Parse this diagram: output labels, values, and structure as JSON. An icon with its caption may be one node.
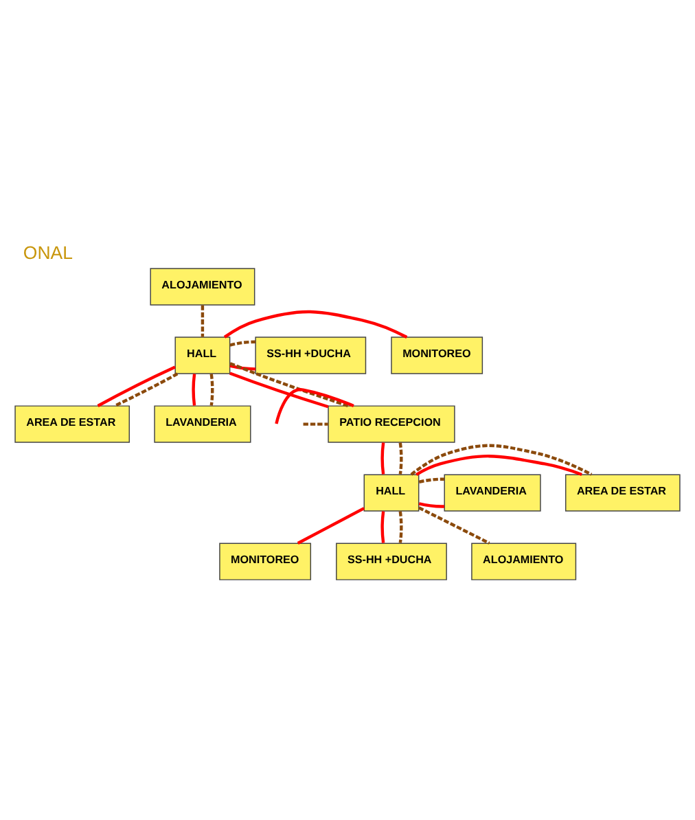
{
  "diagram": {
    "title": "ONAL",
    "nodes": [
      {
        "text": [
          "ALOJAMIENTO"
        ]
      },
      {
        "text": [
          "MONITOREO"
        ]
      },
      {
        "text": [
          "HALL"
        ]
      },
      {
        "text": [
          "SS-HH +DUCHA"
        ]
      },
      {
        "text": [
          "AREA DE ESTAR"
        ]
      },
      {
        "text": [
          "LAVANDERIA"
        ]
      },
      {
        "text": [
          "PATIO RECEPCION"
        ]
      },
      {
        "text": [
          "AREA DE ESTAR"
        ]
      },
      {
        "text": [
          "HALL"
        ]
      },
      {
        "text": [
          "LAVANDERIA"
        ]
      },
      {
        "text": [
          "MONITOREO"
        ]
      },
      {
        "text": [
          "SS-HH +DUCHA"
        ]
      },
      {
        "text": [
          "ALOJAMIENTO"
        ]
      }
    ],
    "edges": [
      {
        "from": 0,
        "to": 2,
        "arrow": "none",
        "style": "dashed",
        "color": "#8b4a0c"
      },
      {
        "from": 2,
        "to": 1,
        "arrow": "none",
        "color": "#ff0000"
      },
      {
        "from": 2,
        "to": 3,
        "arrow": "none",
        "color": "#ff0000"
      },
      {
        "from": 2,
        "to": 3,
        "arrow": "none",
        "style": "dashed",
        "color": "#8b4a0c"
      },
      {
        "from": 2,
        "to": 4,
        "arrow": "none",
        "color": "#ff0000"
      },
      {
        "from": 2,
        "to": 4,
        "arrow": "none",
        "style": "dashed",
        "color": "#8b4a0c"
      },
      {
        "from": 2,
        "to": 5,
        "arrow": "none",
        "color": "#ff0000"
      },
      {
        "from": 2,
        "to": 5,
        "arrow": "none",
        "style": "dashed",
        "color": "#8b4a0c"
      },
      {
        "from": 2,
        "to": 6,
        "arrow": "none",
        "color": "#ff0000"
      },
      {
        "from": 2,
        "to": 6,
        "arrow": "none",
        "style": "dashed",
        "color": "#8b4a0c"
      },
      {
        "from": null,
        "to": 6,
        "arrow": "none",
        "color": "#ff0000"
      },
      {
        "from": null,
        "to": 6,
        "arrow": "none",
        "style": "dashed",
        "color": "#8b4a0c"
      },
      {
        "from": 6,
        "to": 8,
        "arrow": "none",
        "color": "#ff0000"
      },
      {
        "from": 6,
        "to": 8,
        "arrow": "none",
        "style": "dashed",
        "color": "#8b4a0c"
      },
      {
        "from": 8,
        "to": 7,
        "arrow": "none",
        "color": "#ff0000"
      },
      {
        "from": 8,
        "to": 7,
        "arrow": "none",
        "style": "dashed",
        "color": "#8b4a0c"
      },
      {
        "from": 8,
        "to": 9,
        "arrow": "none",
        "color": "#ff0000"
      },
      {
        "from": 8,
        "to": 9,
        "arrow": "none",
        "style": "dashed",
        "color": "#8b4a0c"
      },
      {
        "from": 8,
        "to": 10,
        "arrow": "none",
        "color": "#ff0000"
      },
      {
        "from": 8,
        "to": 11,
        "arrow": "none",
        "color": "#ff0000"
      },
      {
        "from": 8,
        "to": 11,
        "arrow": "none",
        "style": "dashed",
        "color": "#8b4a0c"
      },
      {
        "from": 8,
        "to": 12,
        "arrow": "none",
        "style": "dashed",
        "color": "#8b4a0c"
      }
    ]
  }
}
